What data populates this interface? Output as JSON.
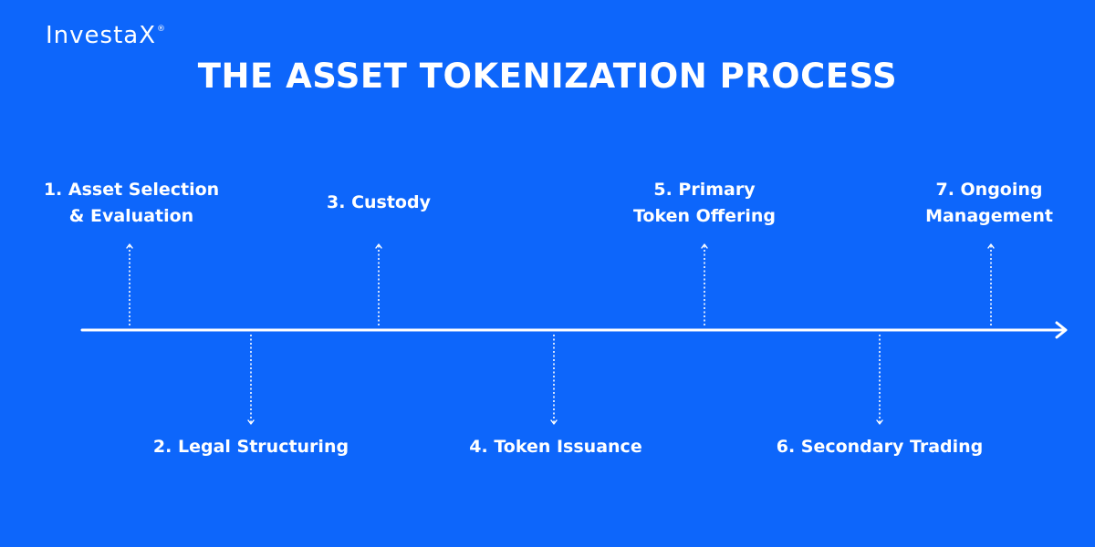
{
  "brand": {
    "logo_text": "InvestaX",
    "registered_mark": "®"
  },
  "title": "THE ASSET TOKENIZATION PROCESS",
  "colors": {
    "background": "#0d66fb",
    "foreground": "#ffffff"
  },
  "steps": [
    {
      "number": 1,
      "position": "above",
      "lines": [
        "1.  Asset Selection",
        "& Evaluation"
      ]
    },
    {
      "number": 2,
      "position": "below",
      "lines": [
        "2. Legal Structuring"
      ]
    },
    {
      "number": 3,
      "position": "above",
      "lines": [
        "3. Custody"
      ]
    },
    {
      "number": 4,
      "position": "below",
      "lines": [
        "4. Token Issuance"
      ]
    },
    {
      "number": 5,
      "position": "above",
      "lines": [
        "5. Primary",
        "Token Offering"
      ]
    },
    {
      "number": 6,
      "position": "below",
      "lines": [
        "6. Secondary Trading"
      ]
    },
    {
      "number": 7,
      "position": "above",
      "lines": [
        "7. Ongoing",
        "Management"
      ]
    }
  ]
}
